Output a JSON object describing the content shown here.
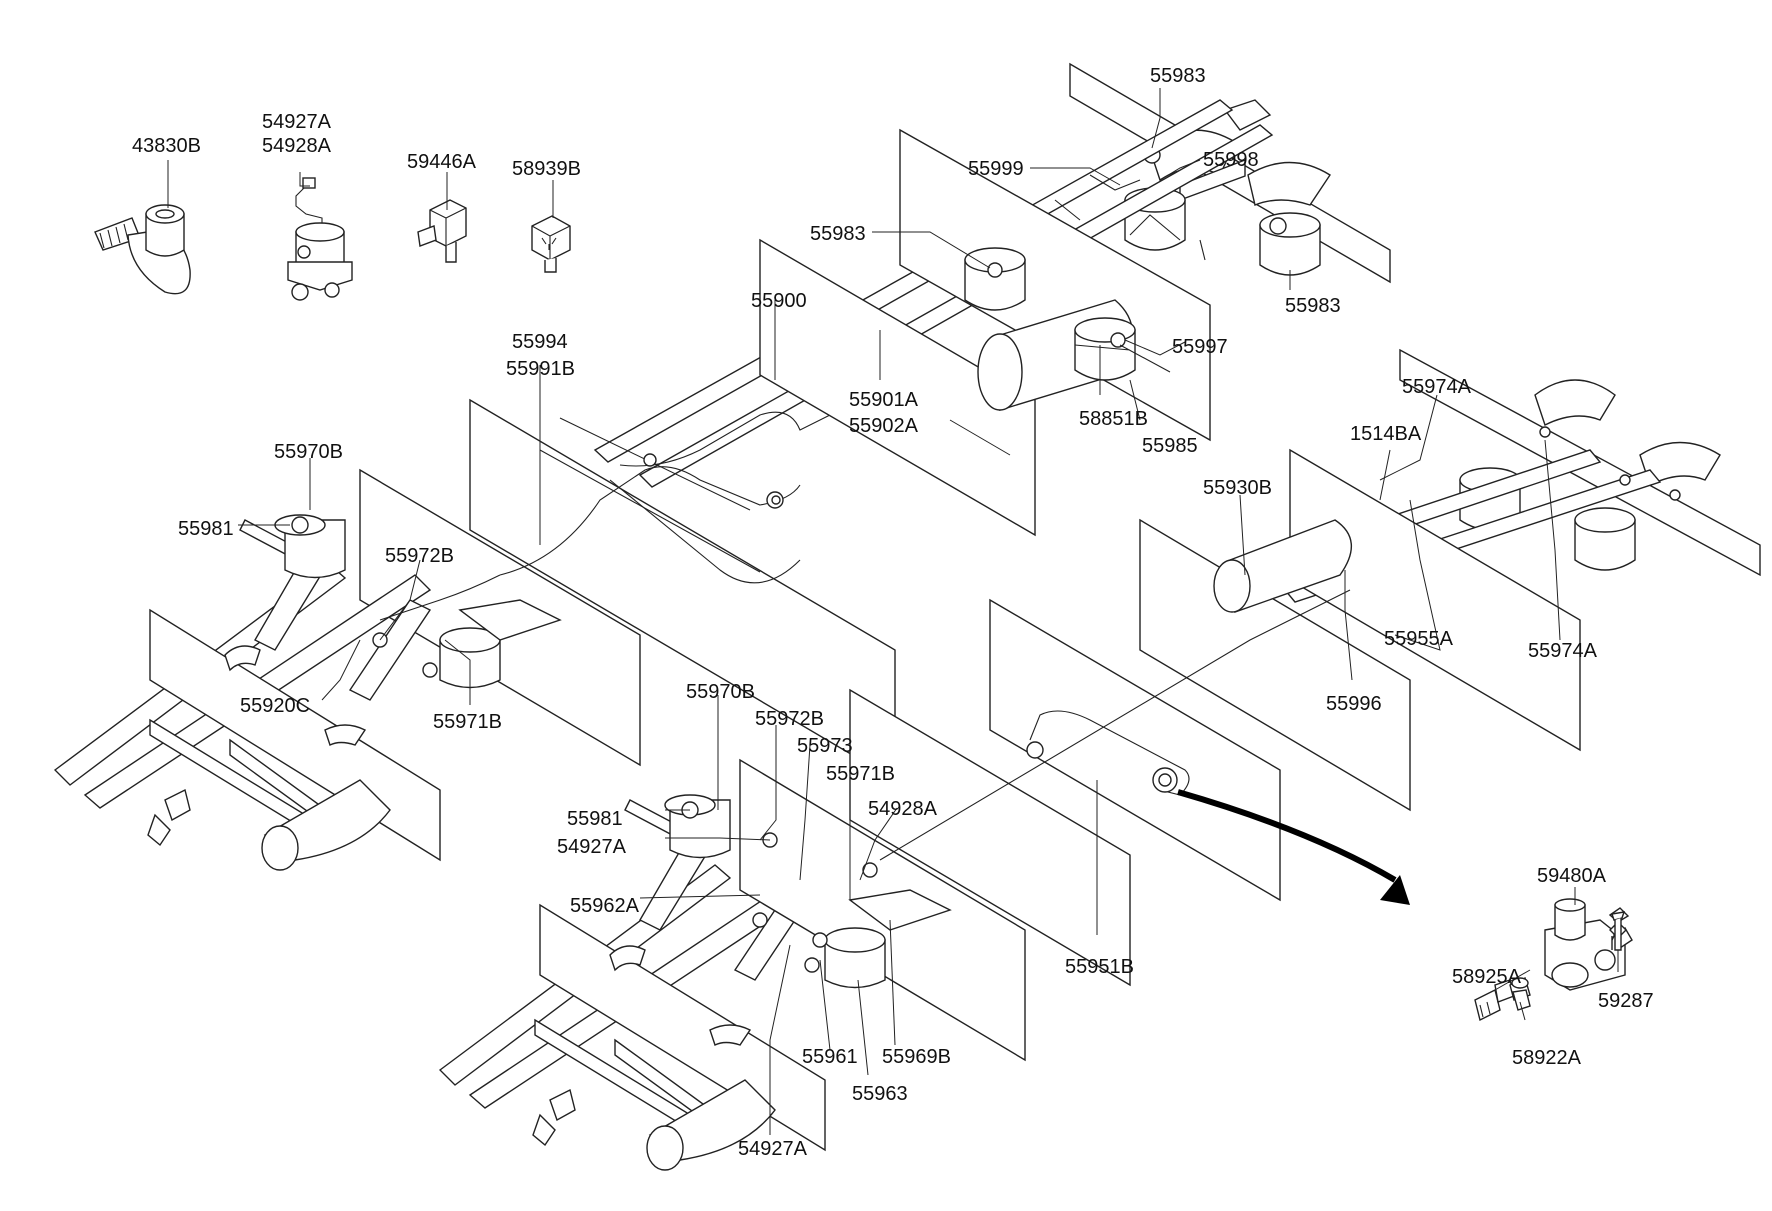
{
  "diagram": {
    "labels": [
      "43830B",
      "54927A",
      "54928A",
      "59446A",
      "58939B",
      "55983",
      "55999",
      "55998",
      "55983",
      "55983",
      "55900",
      "55997",
      "55901A",
      "55902A",
      "58851B",
      "55985",
      "55994",
      "55991B",
      "55970B",
      "55981",
      "55972B",
      "55920C",
      "55971B",
      "55974A",
      "1514BA",
      "55930B",
      "55955A",
      "55974A",
      "55996",
      "55970B",
      "55972B",
      "55973",
      "55971B",
      "54928A",
      "55981",
      "54927A",
      "55962A",
      "55951B",
      "55961",
      "55969B",
      "55963",
      "54927A",
      "59480A",
      "58925A",
      "59287",
      "58922A"
    ]
  }
}
